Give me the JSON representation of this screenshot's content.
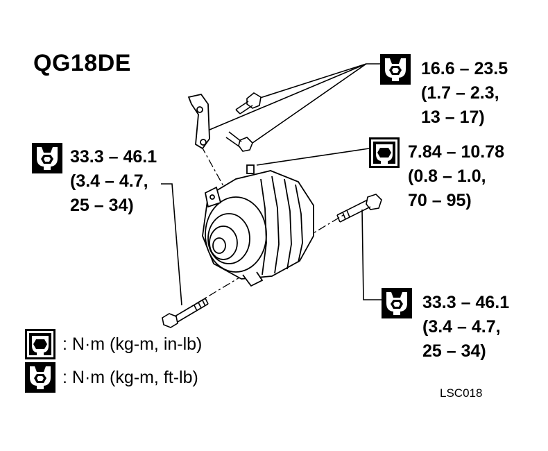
{
  "title": "QG18DE",
  "specs": [
    {
      "id": "bracket-bolts",
      "lines": [
        "16.6 – 23.5",
        "(1.7 – 2.3,",
        "13 – 17)"
      ],
      "icon": "ft-lb-wrench-icon"
    },
    {
      "id": "terminal-nut",
      "lines": [
        "7.84 – 10.78",
        "(0.8 – 1.0,",
        "70 – 95)"
      ],
      "icon": "in-lb-wrench-icon"
    },
    {
      "id": "upper-left-bolt",
      "lines": [
        "33.3 – 46.1",
        "(3.4 – 4.7,",
        "25 – 34)"
      ],
      "icon": "ft-lb-wrench-icon"
    },
    {
      "id": "lower-right-bolt",
      "lines": [
        "33.3 – 46.1",
        "(3.4 – 4.7,",
        "25 – 34)"
      ],
      "icon": "ft-lb-wrench-icon"
    }
  ],
  "legend": [
    {
      "icon": "in-lb-wrench-icon",
      "label": ": N·m (kg-m, in-lb)"
    },
    {
      "icon": "ft-lb-wrench-icon",
      "label": ": N·m (kg-m, ft-lb)"
    }
  ],
  "figure_code": "LSC018"
}
